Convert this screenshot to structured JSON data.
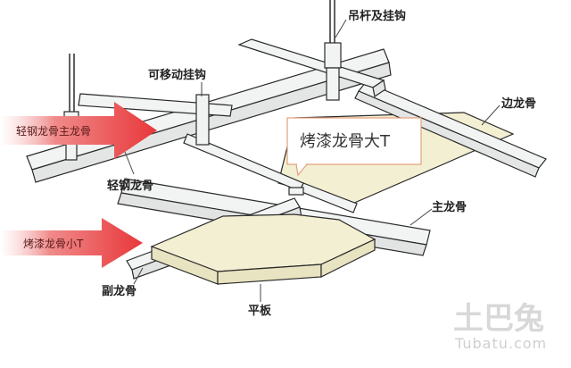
{
  "diagram": {
    "labels": {
      "hanger_rod": "吊杆及挂钩",
      "movable_hook": "可移动挂钩",
      "edge_keel": "边龙骨",
      "light_steel_keel": "轻钢龙骨",
      "main_keel": "主龙骨",
      "secondary_keel": "副龙骨",
      "flat_panel": "平板"
    },
    "callout": "烤漆龙骨大T",
    "arrows": {
      "upper": "轻钢龙骨主龙骨",
      "lower": "烤漆龙骨小T"
    },
    "watermark": {
      "logo": "土巴兔",
      "site": "Tubatu.com"
    },
    "colors": {
      "arrow_red": "#e8373a",
      "panel_fill": "#f3efd2",
      "metal_fill": "#f2f3f3",
      "line": "#2a2a2a",
      "callout_border": "#e4a07a"
    }
  }
}
